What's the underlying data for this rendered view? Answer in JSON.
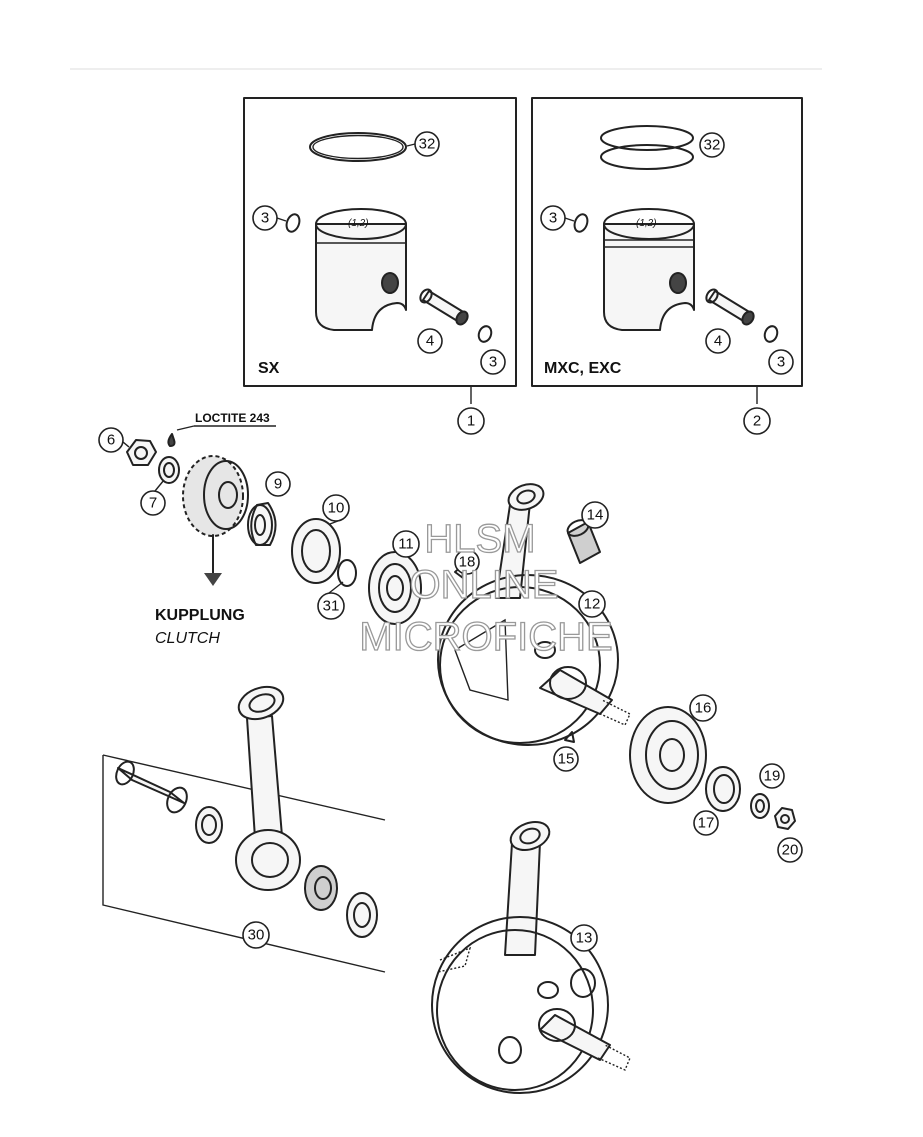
{
  "diagram": {
    "callouts": [
      "1",
      "2",
      "3",
      "4",
      "6",
      "7",
      "9",
      "10",
      "11",
      "12",
      "13",
      "14",
      "15",
      "16",
      "17",
      "18",
      "19",
      "20",
      "30",
      "31",
      "32"
    ],
    "box_sx_label": "SX",
    "box_mxc_label": "MXC, EXC",
    "piston_marking": "(1,2)",
    "loctite_label": "LOCTITE 243",
    "clutch_label_de": "KUPPLUNG",
    "clutch_label_en": "CLUTCH"
  },
  "watermark": {
    "line1": "HLSM",
    "line2": "ONLINE",
    "line3": "MICROFICHE"
  }
}
